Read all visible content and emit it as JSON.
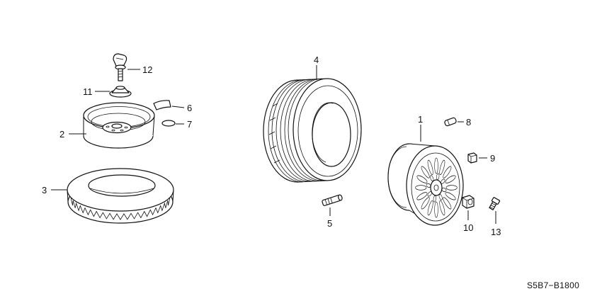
{
  "callouts": [
    "1",
    "2",
    "3",
    "4",
    "5",
    "6",
    "7",
    "8",
    "9",
    "10",
    "11",
    "12",
    "13"
  ],
  "diagram_code": "S5B7−B1800"
}
